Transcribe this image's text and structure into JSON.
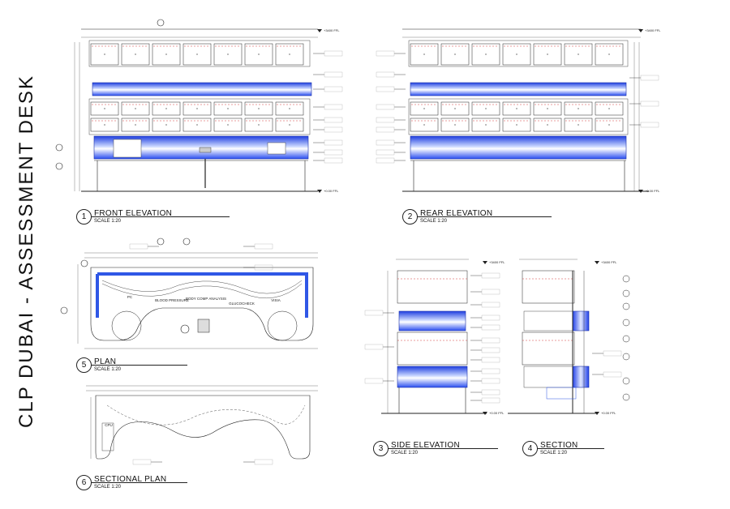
{
  "sheet_title": "CLP DUBAI - ASSESSMENT DESK",
  "drawings": [
    {
      "num": "1",
      "title": "FRONT ELEVATION",
      "scale": "SCALE 1:20"
    },
    {
      "num": "2",
      "title": "REAR ELEVATION",
      "scale": "SCALE 1:20"
    },
    {
      "num": "3",
      "title": "SIDE ELEVATION",
      "scale": "SCALE 1:20"
    },
    {
      "num": "4",
      "title": "SECTION",
      "scale": "SCALE 1:20"
    },
    {
      "num": "5",
      "title": "PLAN",
      "scale": "SCALE 1:20"
    },
    {
      "num": "6",
      "title": "SECTIONAL PLAN",
      "scale": "SCALE 1:20"
    }
  ],
  "plan_labels": [
    "BLOOD PRESSURE",
    "BODY COMP ANALYSIS",
    "GLUCOCHECK",
    "PC",
    "VISIA",
    "CPU"
  ],
  "level_labels": {
    "top": "+3400 FFL",
    "ffl": "+0.00 FFL"
  },
  "colors": {
    "ink": "#222222",
    "led": "#2f57e6",
    "led_light": "#c9d6ff",
    "cut": "#d23a3a"
  }
}
